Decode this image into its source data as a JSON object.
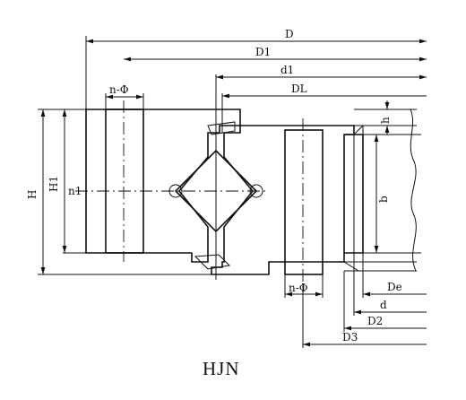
{
  "drawing": {
    "caption": "HJN",
    "outer_ring": {
      "dimensions": [
        "D",
        "D1"
      ],
      "bolt_hole": "n-Φ"
    },
    "inner_ring": {
      "dimensions": [
        "d1",
        "DL"
      ],
      "bolt_hole": "n-Φ"
    },
    "gear": {
      "dimensions": [
        "De",
        "d",
        "D2",
        "D3"
      ],
      "tooth_width": "b",
      "tooth_offset": "h"
    },
    "height": {
      "total": "H",
      "outer": "H1",
      "axis_label": "n1"
    }
  }
}
